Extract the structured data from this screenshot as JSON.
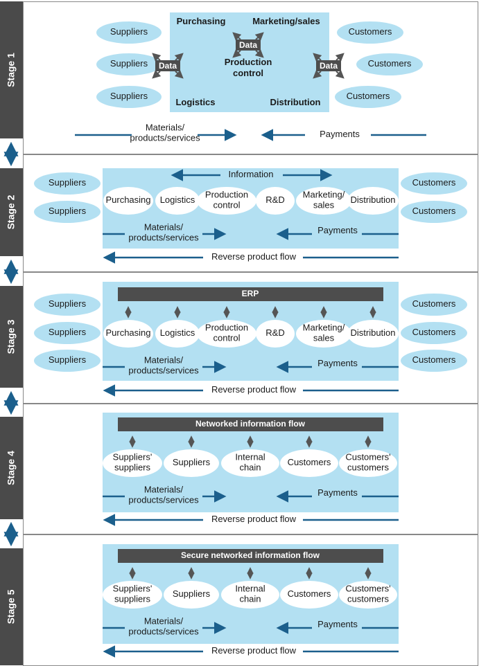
{
  "colors": {
    "box_fill": "#b3e0f2",
    "oval_fill": "#b3e0f2",
    "stage_bar": "#4a4a4a",
    "bar_fill": "#4d4d4d",
    "arrow": "#1b5f8c",
    "frame": "#888888"
  },
  "stage1": {
    "label": "Stage 1",
    "suppliers": [
      "Suppliers",
      "Suppliers",
      "Suppliers"
    ],
    "customers": [
      "Customers",
      "Customers",
      "Customers"
    ],
    "purchasing": "Purchasing",
    "marketing": "Marketing/sales",
    "production": [
      "Production",
      "control"
    ],
    "logistics": "Logistics",
    "distribution": "Distribution",
    "data": "Data",
    "materials": [
      "Materials/",
      "products/services"
    ],
    "payments": "Payments"
  },
  "stage2": {
    "label": "Stage 2",
    "suppliers": [
      "Suppliers",
      "Suppliers"
    ],
    "customers": [
      "Customers",
      "Customers"
    ],
    "information": "Information",
    "functions": [
      [
        "Purchasing"
      ],
      [
        "Logistics"
      ],
      [
        "Production",
        "control"
      ],
      [
        "R&D"
      ],
      [
        "Marketing/",
        "sales"
      ],
      [
        "Distribution"
      ]
    ],
    "materials": [
      "Materials/",
      "products/services"
    ],
    "payments": "Payments",
    "reverse": "Reverse product flow"
  },
  "stage3": {
    "label": "Stage 3",
    "suppliers": [
      "Suppliers",
      "Suppliers",
      "Suppliers"
    ],
    "customers": [
      "Customers",
      "Customers",
      "Customers"
    ],
    "bar": "ERP",
    "functions": [
      [
        "Purchasing"
      ],
      [
        "Logistics"
      ],
      [
        "Production",
        "control"
      ],
      [
        "R&D"
      ],
      [
        "Marketing/",
        "sales"
      ],
      [
        "Distribution"
      ]
    ],
    "materials": [
      "Materials/",
      "products/services"
    ],
    "payments": "Payments",
    "reverse": "Reverse product flow"
  },
  "stage4": {
    "label": "Stage 4",
    "bar": "Networked information flow",
    "nodes": [
      [
        "Suppliers'",
        "suppliers"
      ],
      [
        "Suppliers"
      ],
      [
        "Internal",
        "chain"
      ],
      [
        "Customers"
      ],
      [
        "Customers'",
        "customers"
      ]
    ],
    "materials": [
      "Materials/",
      "products/services"
    ],
    "payments": "Payments",
    "reverse": "Reverse product flow"
  },
  "stage5": {
    "label": "Stage 5",
    "bar": "Secure networked information flow",
    "nodes": [
      [
        "Suppliers'",
        "suppliers"
      ],
      [
        "Suppliers"
      ],
      [
        "Internal",
        "chain"
      ],
      [
        "Customers"
      ],
      [
        "Customers'",
        "customers"
      ]
    ],
    "materials": [
      "Materials/",
      "products/services"
    ],
    "payments": "Payments",
    "reverse": "Reverse product flow"
  }
}
